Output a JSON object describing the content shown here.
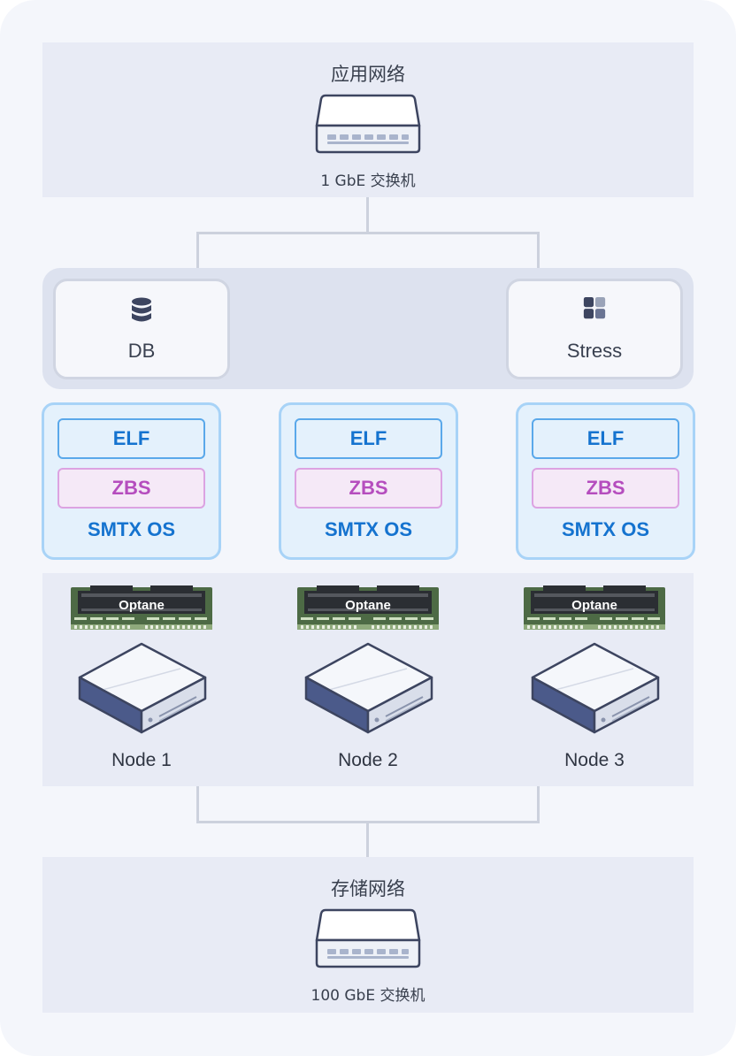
{
  "app_network": {
    "title": "应用网络",
    "switch_label": "1 GbE 交换机"
  },
  "vms": [
    {
      "label": "DB",
      "icon": "database-icon"
    },
    {
      "label": "Stress",
      "icon": "grid-apps-icon"
    }
  ],
  "hosts": [
    {
      "elf": "ELF",
      "zbs": "ZBS",
      "os": "SMTX OS"
    },
    {
      "elf": "ELF",
      "zbs": "ZBS",
      "os": "SMTX OS"
    },
    {
      "elf": "ELF",
      "zbs": "ZBS",
      "os": "SMTX OS"
    }
  ],
  "nodes": [
    {
      "memory": "Optane",
      "label": "Node 1"
    },
    {
      "memory": "Optane",
      "label": "Node 2"
    },
    {
      "memory": "Optane",
      "label": "Node 3"
    }
  ],
  "storage_network": {
    "title": "存储网络",
    "switch_label": "100 GbE 交换机"
  },
  "colors": {
    "elf": "#1573cf",
    "zbs": "#b54dbe",
    "smtx_os": "#1573cf",
    "band": "#e8ebf5"
  }
}
